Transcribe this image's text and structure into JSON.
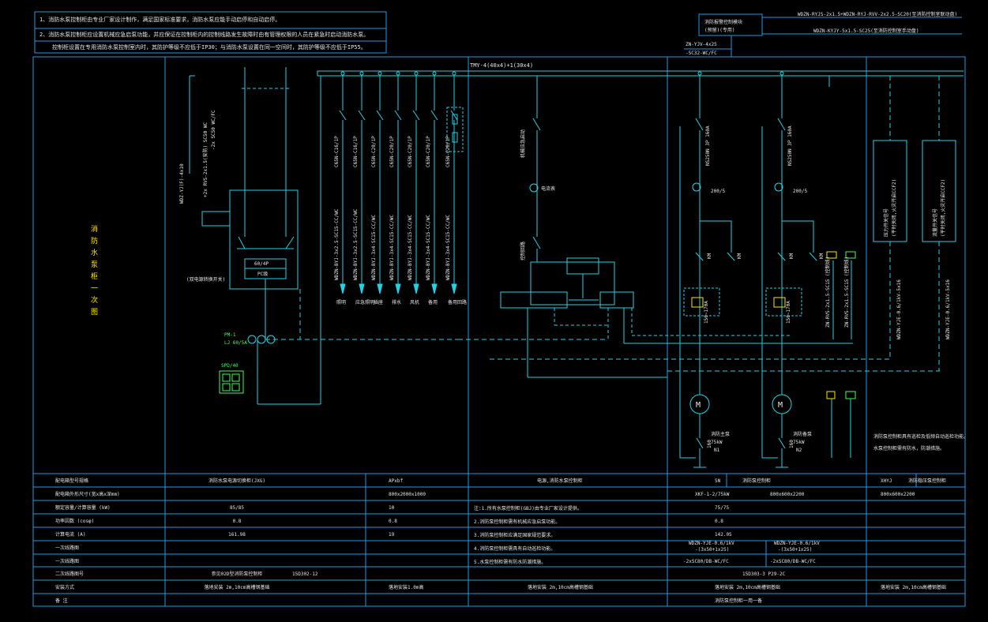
{
  "colors": {
    "background": "#000000",
    "frame": "#1f9ae6",
    "wire": "#22d3e6",
    "text": "#e6e6e6",
    "title": "#ffe600",
    "accent": "#3cff5a"
  },
  "notes": {
    "n1": "1、消防水泵控制柜由专业厂家设计制作，满足国家标准要求，消防水泵应能手动启停和自动启停。",
    "n2": "2、消防水泵控制柜应设置机械应急启泵功能，并应保证在控制柜内的控制线路发生故障时由有管理权限的人员在紧急时启动消防水泵。",
    "n3": "控制柜设置在专用消防水泵控制室内时，其防护等级不应低于IP30；与消防水泵设置在同一空间时，其防护等级不应低于IP55。"
  },
  "top_right": {
    "box_line1": "消防报警控制模块",
    "box_line2": "(预留)(专用)",
    "cable1": "WDZN-RYJS-2x1.5+WDZN-RYJ-RVV-2x2.5-SC20(至消防控制室联动盘)",
    "cable2": "WDZN-KYJY-5x1.5-SC25(至消防控制室手动盘)",
    "feed1": "ZN-YJV-4x25",
    "feed2": "-SC32-WC/FC"
  },
  "busbar": "TMY-4(40x4)+1(30x4)",
  "left_title": "消防水泵柜一次图",
  "left_panel": {
    "cable_text1": "WDZ-YJ(F)-4x10",
    "cable_text2": "+2x RVS-2x1.5(安防) SC50 WC",
    "cable_text3": "-2x SC50 WC/FC",
    "breaker": "60/4P",
    "pc_label": "PC级",
    "ats_note": "(双电源转换开关)",
    "meter1": "PM-1",
    "meter2": "LJ 60/5A",
    "spd_label": "SPD/40"
  },
  "feeders": [
    {
      "breaker": "C65N-C16/1P",
      "cable": "WDZN-BYJ-3x2.5-SC15-CC/WC",
      "load": "照明"
    },
    {
      "breaker": "C65N-C16/1P",
      "cable": "WDZN-BYJ-3x2.5-SC15-CC/WC",
      "load": "应急照明"
    },
    {
      "breaker": "C65N-C20/1P",
      "cable": "WDZN-BYJ-3x4-SC15-CC/WC",
      "load": "插座"
    },
    {
      "breaker": "C65N-C20/1P",
      "cable": "WDZN-BYJ-3x4-SC15-CC/WC",
      "load": "排水"
    },
    {
      "breaker": "C65N-C20/1P",
      "cable": "WDZN-BYJ-3x4-SC15-CC/WC",
      "load": "风机"
    },
    {
      "breaker": "C65N-C20/1P",
      "cable": "WDZN-BYJ-3x4-SC15-CC/WC",
      "load": "备用"
    },
    {
      "breaker": "C65N-C20/1P",
      "cable": "WDZN-BYJ-3x4-SC15-CC/WC",
      "load": "备用回路"
    }
  ],
  "middle_panel": {
    "switch_label": "机械应急启动",
    "meter_label": "电流表",
    "tag": "控制回路"
  },
  "motor_circuits": [
    {
      "breaker": "NS250N 3P 160A",
      "ct": "200/5",
      "contactor": "150~170A",
      "tags": [
        "KM",
        "KM"
      ],
      "motor_label": "消防主泵",
      "motor_power": "75kW",
      "motor_no": "N1",
      "rating": "160"
    },
    {
      "breaker": "NS250N 3P 160A",
      "ct": "200/5",
      "contactor": "150~170A",
      "tags": [
        "KM",
        "KM"
      ],
      "motor_label": "消防备泵",
      "motor_power": "75kW",
      "motor_no": "N2",
      "rating": "160"
    }
  ],
  "control_cables": [
    "ZN-RVS-2x1.5-SC15 (控制线)",
    "ZN-RVS-2x1.5-SC15 (控制线)"
  ],
  "right_boxes": [
    {
      "title": "压力开关信号",
      "sub": "(平时关闭,火灾开启CCF2)"
    },
    {
      "title": "流量开关信号",
      "sub": "(平时关闭,火灾开启CCF2)"
    }
  ],
  "right_cables": [
    "WDZN-YJE-0.6/1kV-5x16",
    "WDZN-YJE-0.6/1kV-5x16"
  ],
  "right_note1": "消防泵控制柜具有巡检及低频自动巡检功能。",
  "right_note2": "水泵控制柜需有防水，防潮措施。",
  "table": {
    "labels": [
      "配电箱型号规格",
      "配电箱外形尺寸(宽x高x深mm)",
      "额定容量/计算容量  (kW)",
      "功率因数      (cosφ)",
      "计算电流      (A)",
      "一次线路图",
      "一次线路图",
      "二次线路图号",
      "安装方式",
      "备 注"
    ],
    "col1": [
      "消防水泵电源切换柜(JXG)",
      "",
      "85/85",
      "0.8",
      "161.98",
      "",
      "",
      "参见02D型消防泵控制柜",
      "落地安装 2m,10cm高槽钢基础",
      ""
    ],
    "col2": [
      "APxbf",
      "800x2000x1000",
      "10",
      "0.8",
      "19",
      "",
      "",
      "",
      "落地安装1.0m高",
      "",
      ""
    ],
    "col3": [
      "电源,消防水泵控制柜",
      "",
      "",
      "",
      "",
      "",
      "",
      "",
      "落地安装 2m,10cm高槽钢基础",
      ""
    ],
    "col3_notes": [
      "注:1.所有水泵控制柜(GBJ)由专业厂家设计提供。",
      "2.消防泵控制柜需有机械应急启泵功能。",
      "3.消防泵控制柜应满足国家规范要求。",
      "4.消防泵控制柜需具有自动巡检功能。",
      "5.水泵控制柜需有防水防潮措施。"
    ],
    "col4": [
      "SN",
      "",
      "75/75",
      "0.8",
      "142.05",
      "",
      "",
      "",
      "落地安装 2m,10cm高槽钢基础",
      "消防泵控制柜一用一备"
    ],
    "col4_header": "消防泵控制柜",
    "col4_model": "XKF-1-2/75kW",
    "col4_size": "800x600x2200",
    "col4_cable1": "WDZN-YJE-0.6/1kV",
    "col4_cable1b": "-(3x50+1x25)",
    "col4_cable2": "WDZN-YJE-0.6/1kV",
    "col4_cable2b": "-(3x50+1x25)",
    "col4_pipe1": "-2xSC80/DB-WC/FC",
    "col4_pipe2": "-2xSC80/DB-WC/FC",
    "ref1": "15D302-12",
    "ref2": "15D303-3 P29-2C",
    "col5": [
      "XHYJ",
      "800x600x2200",
      "",
      "",
      "",
      "",
      "",
      "",
      "落地安装 2m,10cm高槽钢基础",
      ""
    ],
    "col5_header": "消防稳压泵控制柜"
  }
}
